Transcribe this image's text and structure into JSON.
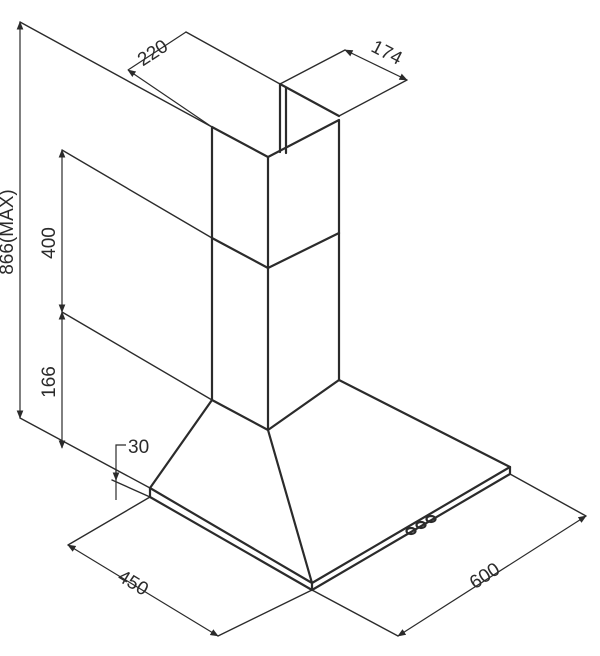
{
  "diagram": {
    "dimensions": {
      "chimney_width": "220",
      "chimney_depth": "174",
      "total_height": "866(MAX)",
      "chimney_height": "400",
      "canopy_height": "166",
      "edge_thickness": "30",
      "hood_depth": "450",
      "hood_width": "600"
    }
  }
}
